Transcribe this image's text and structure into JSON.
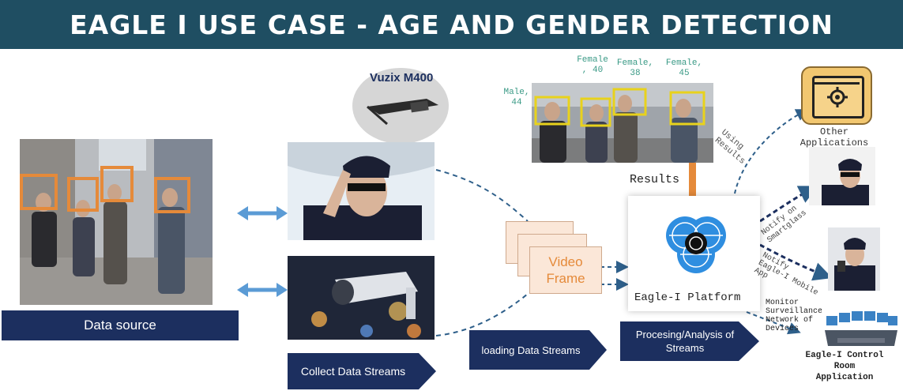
{
  "title": "EAGLE I USE CASE - AGE AND GENDER DETECTION",
  "vuzix_label": "Vuzix M400",
  "results_label": "Results",
  "detections": [
    {
      "gender": "Male,",
      "age": "44"
    },
    {
      "gender": "Female",
      "age": ", 40"
    },
    {
      "gender": "Female,",
      "age": "38"
    },
    {
      "gender": "Female,",
      "age": "45"
    }
  ],
  "video_frame_label": [
    "Video",
    "Frame"
  ],
  "platform_label": "Eagle-I Platform",
  "other_apps_label": [
    "Other",
    "Applications"
  ],
  "using_results_label": [
    "Using",
    "Results"
  ],
  "notify_smartglass_label": [
    "Notify on",
    "Smartglass"
  ],
  "notify_mobile_label": [
    "Notify",
    "Eagle-I Mobile",
    "App"
  ],
  "monitor_label": [
    "Monitor",
    "Surveillance",
    "Network of",
    "Devices"
  ],
  "control_room_label": [
    "Eagle-I Control",
    "Room",
    "Application"
  ],
  "data_source_label": "Data source",
  "collect_label": "Collect Data Streams",
  "loading_label": "loading Data Streams",
  "processing_label": "Procesing/Analysis of Streams",
  "colors": {
    "title_bg": "#1f4e62",
    "label_bg": "#1c2f5f",
    "arrow_blue": "#5b9bd5",
    "dashed": "#2e5f8a",
    "orange": "#e58a3a",
    "yellow_box": "#e8d21c"
  }
}
